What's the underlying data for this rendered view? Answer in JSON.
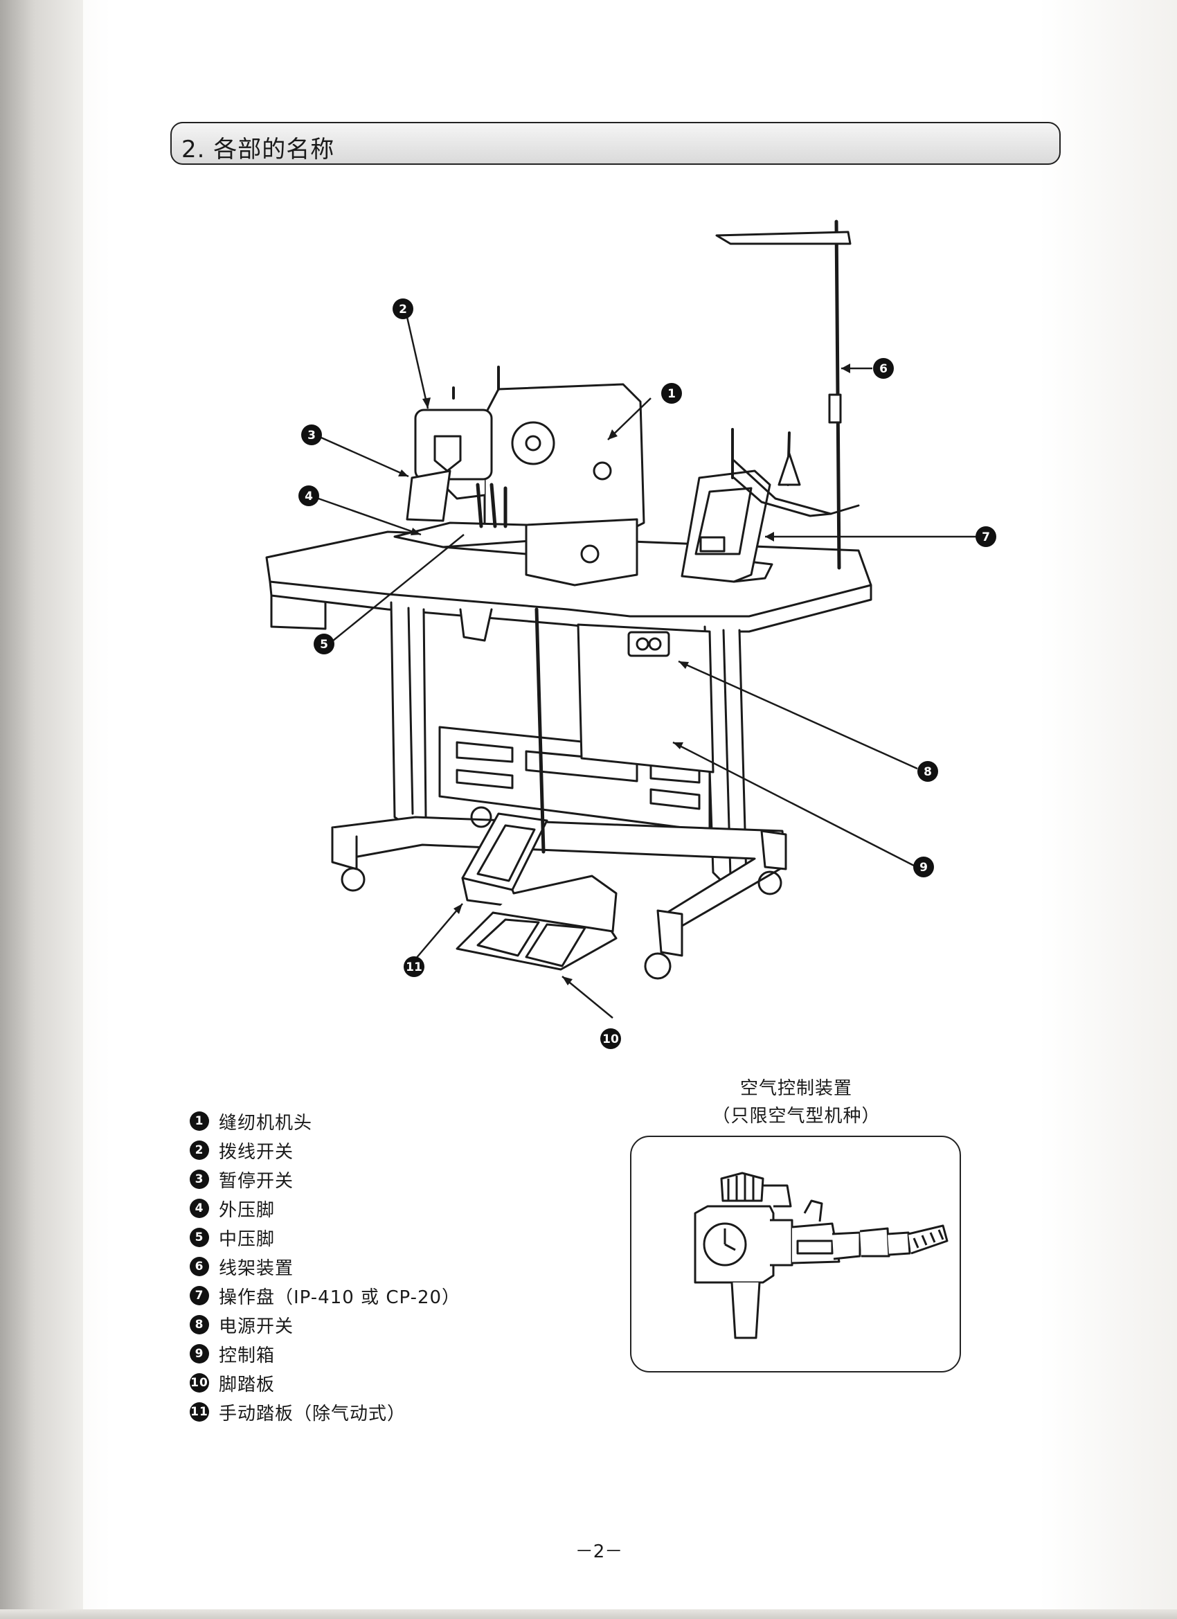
{
  "section": {
    "title": "2. 各部的名称"
  },
  "callouts": [
    "1",
    "2",
    "3",
    "4",
    "5",
    "6",
    "7",
    "8",
    "9",
    "10",
    "11"
  ],
  "parts": [
    {
      "no": "1",
      "name": "缝纫机机头"
    },
    {
      "no": "2",
      "name": "拨线开关"
    },
    {
      "no": "3",
      "name": "暂停开关"
    },
    {
      "no": "4",
      "name": "外压脚"
    },
    {
      "no": "5",
      "name": "中压脚"
    },
    {
      "no": "6",
      "name": "线架装置"
    },
    {
      "no": "7",
      "name": "操作盘（IP-410 或 CP-20）"
    },
    {
      "no": "8",
      "name": "电源开关"
    },
    {
      "no": "9",
      "name": "控制箱"
    },
    {
      "no": "10",
      "name": "脚踏板"
    },
    {
      "no": "11",
      "name": "手动踏板（除气动式）"
    }
  ],
  "air_control": {
    "title": "空气控制装置",
    "subtitle": "（只限空气型机种）"
  },
  "page_number": "－2－"
}
